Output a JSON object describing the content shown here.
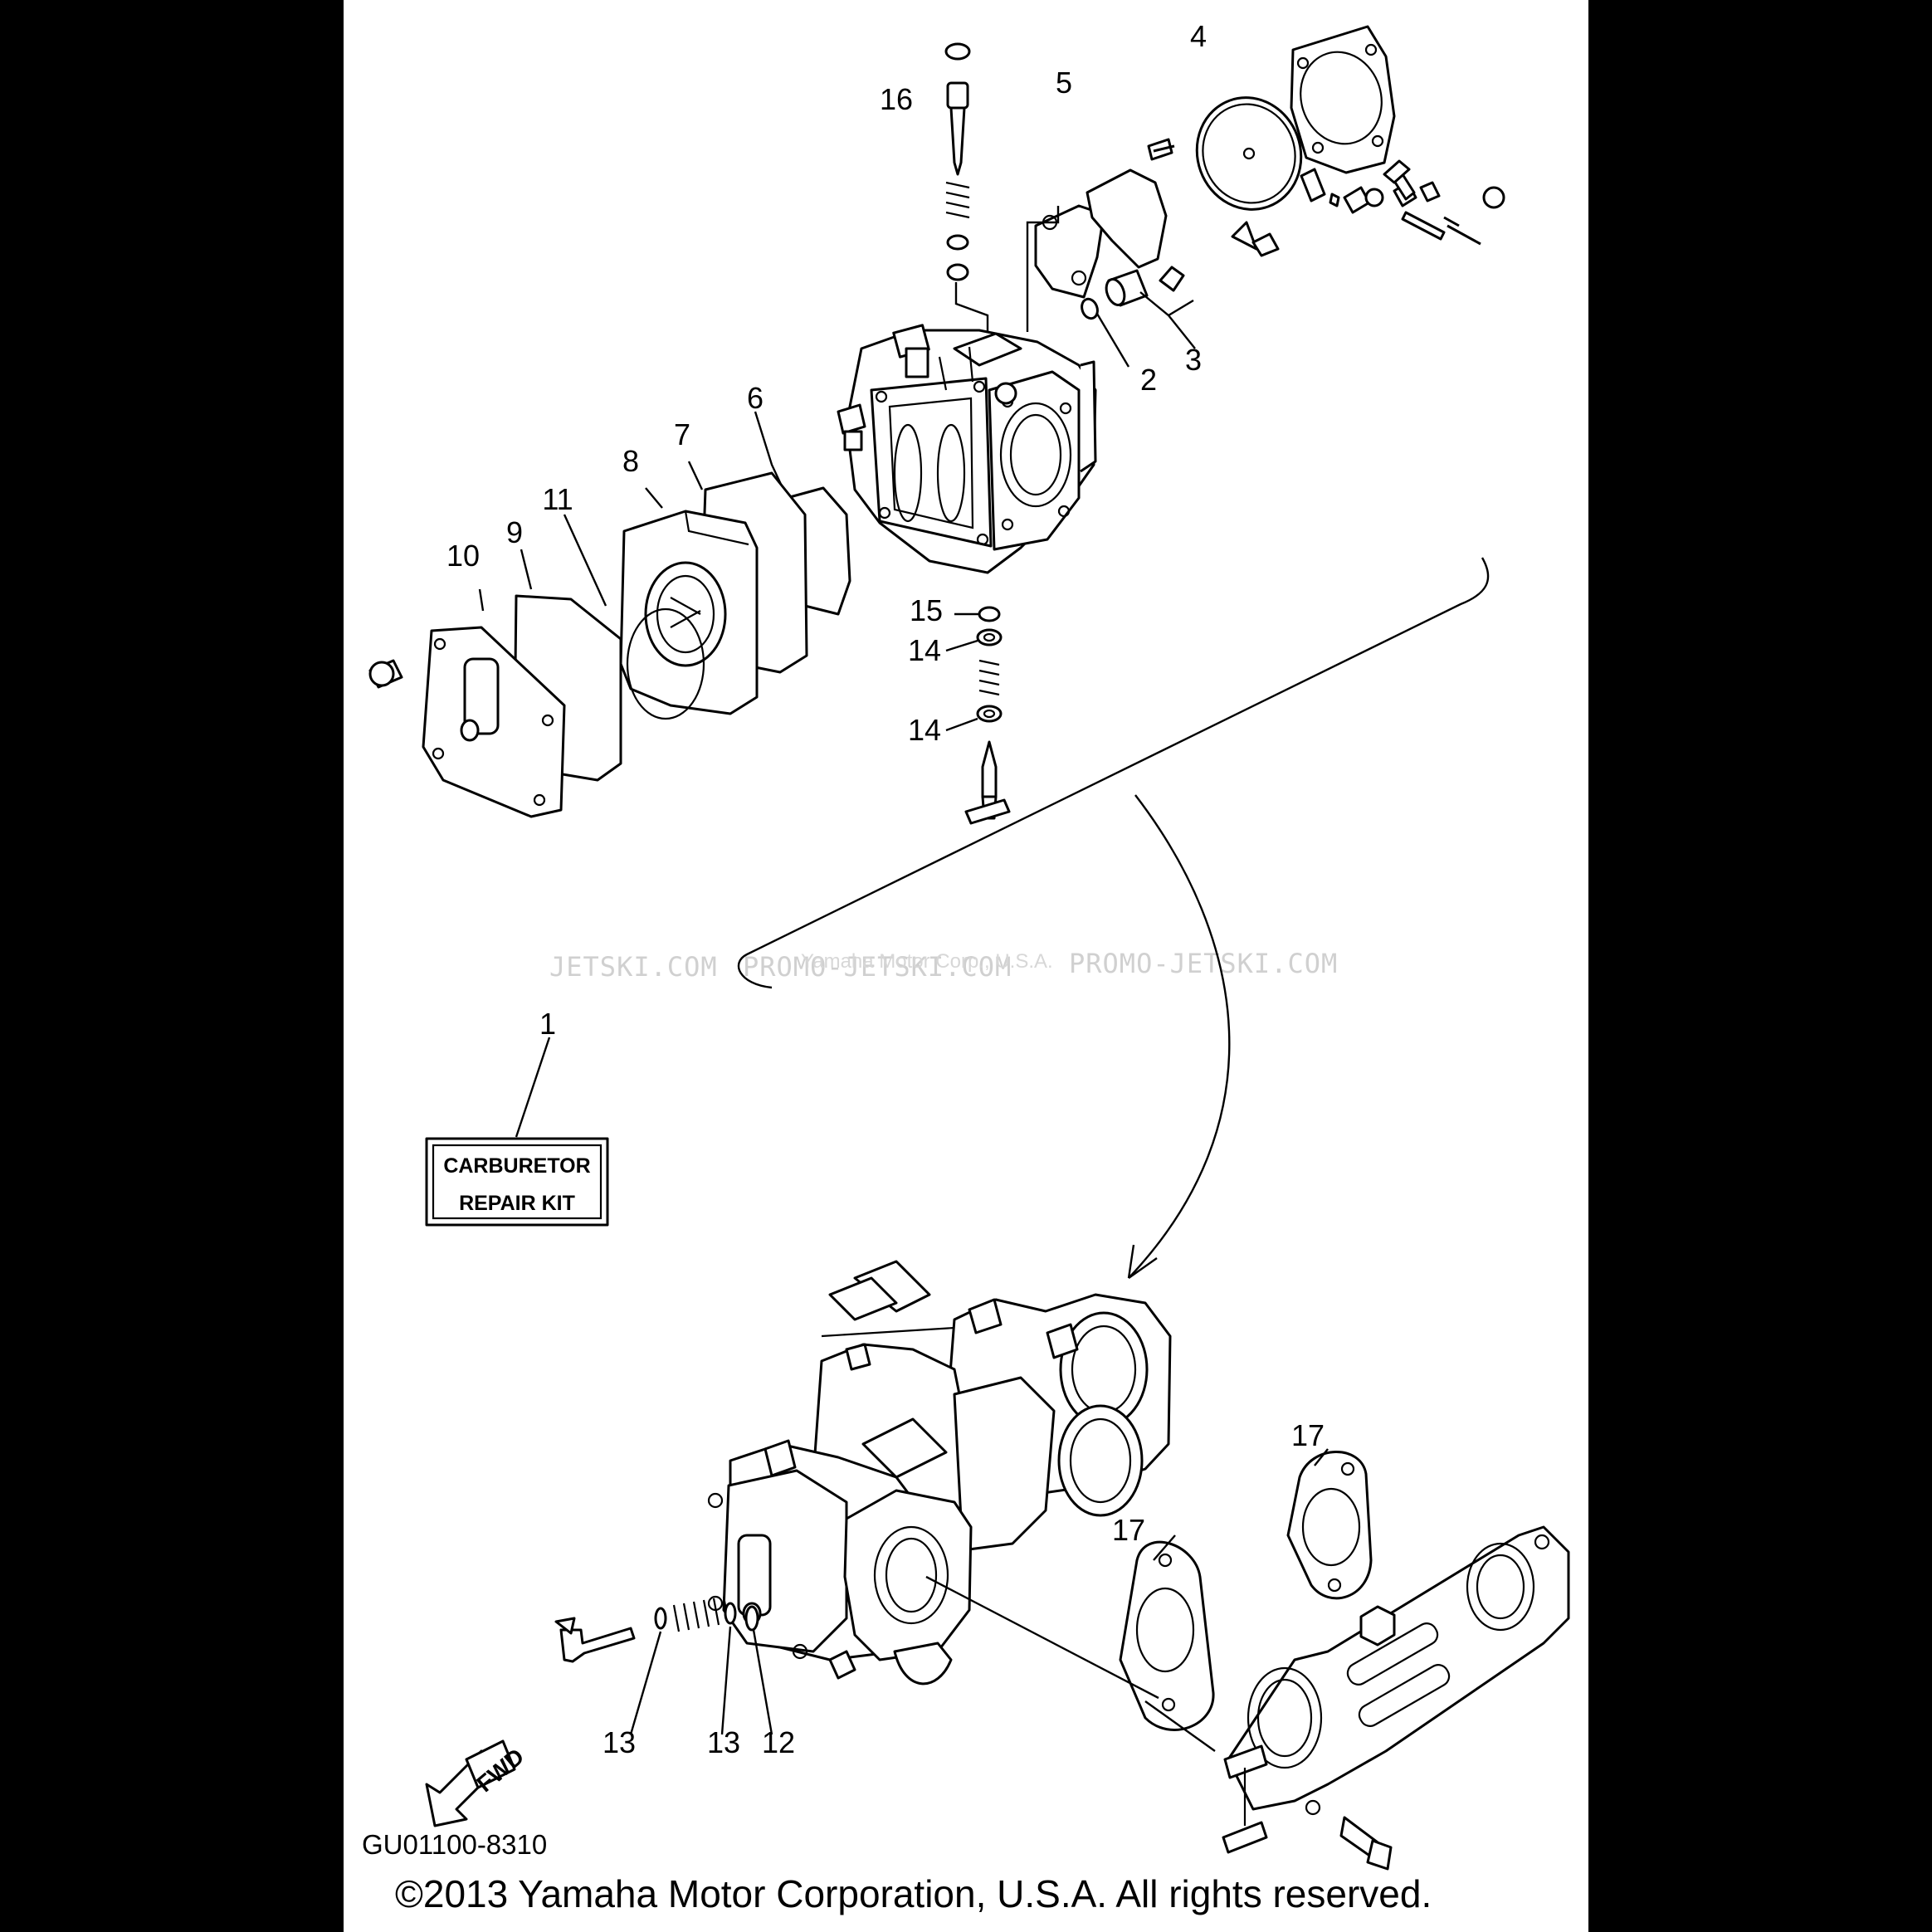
{
  "callouts": {
    "c1": "1",
    "c2": "2",
    "c3": "3",
    "c4": "4",
    "c5": "5",
    "c6": "6",
    "c7": "7",
    "c8": "8",
    "c9": "9",
    "c10": "10",
    "c11": "11",
    "c12": "12",
    "c13a": "13",
    "c13b": "13",
    "c14a": "14",
    "c14b": "14",
    "c15": "15",
    "c16": "16",
    "c17a": "17",
    "c17b": "17"
  },
  "kit": {
    "line1": "CARBURETOR",
    "line2": "REPAIR KIT"
  },
  "fwd": "FWD",
  "diagram_code": "GU01100-8310",
  "watermarks": {
    "left": "JETSKI.COM",
    "mid": "PROMO-JETSKI.COM",
    "right": "PROMO-JETSKI.COM",
    "overlay": "Yamaha Motor Corp., U.S.A."
  },
  "copyright": "©2013 Yamaha Motor Corporation, U.S.A. All rights reserved."
}
